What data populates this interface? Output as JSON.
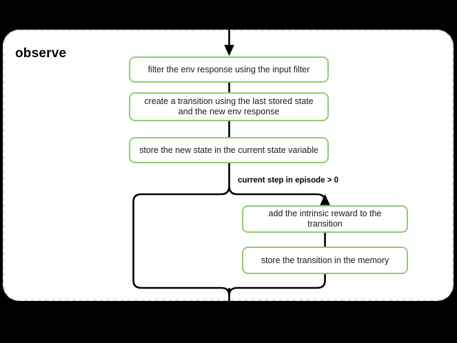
{
  "diagram": {
    "type": "flowchart",
    "title": "observe",
    "background_color": "#000000",
    "group": {
      "label": "observe",
      "border_style": "dashed",
      "border_color": "#d9d9d9",
      "fill_color": "#ffffff"
    },
    "node_style": {
      "border_color": "#8fcb72",
      "fill_color": "#ffffff",
      "text_color": "#1a1a1a"
    },
    "nodes": [
      {
        "id": "filter",
        "label": "filter the env response using the input filter"
      },
      {
        "id": "transition",
        "label": "create a transition using the last stored state and the new env response"
      },
      {
        "id": "store_state",
        "label": "store the new state in the current state variable"
      },
      {
        "id": "intrinsic",
        "label": "add the intrinsic reward to the transition"
      },
      {
        "id": "memory",
        "label": "store the transition in the memory"
      }
    ],
    "edges": [
      {
        "from": "entry",
        "to": "filter",
        "label": ""
      },
      {
        "from": "filter",
        "to": "transition",
        "label": ""
      },
      {
        "from": "transition",
        "to": "store_state",
        "label": ""
      },
      {
        "from": "store_state",
        "to": "intrinsic",
        "label": "current step in episode > 0"
      },
      {
        "from": "store_state",
        "to": "exit",
        "label": ""
      },
      {
        "from": "intrinsic",
        "to": "memory",
        "label": ""
      },
      {
        "from": "memory",
        "to": "exit",
        "label": ""
      }
    ],
    "labels": {
      "branch_condition": "current step in episode > 0"
    }
  }
}
